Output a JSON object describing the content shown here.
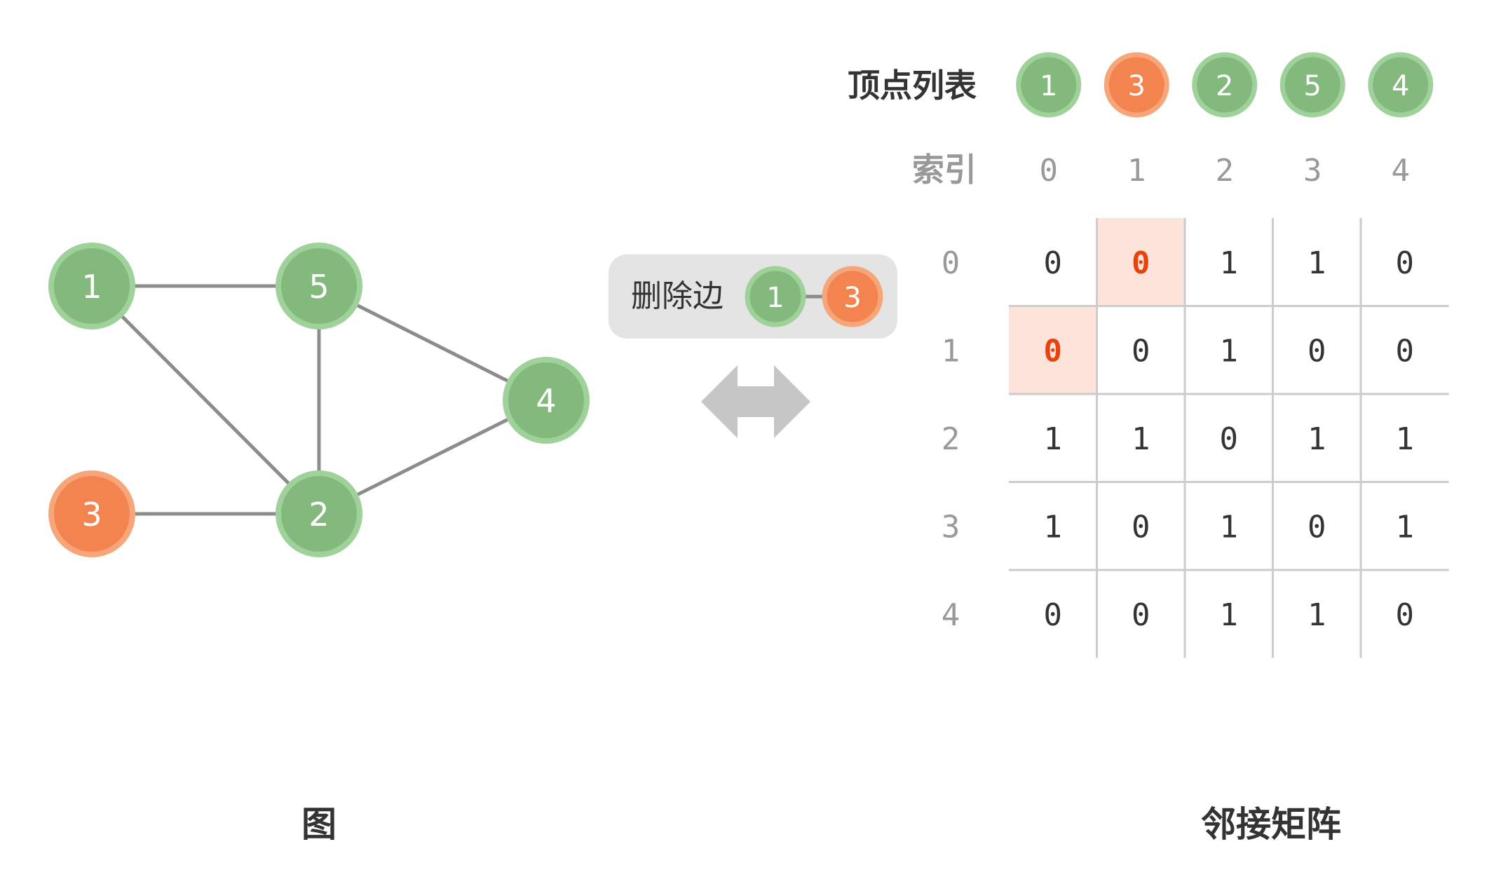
{
  "graph": {
    "caption": "图",
    "vertices": [
      {
        "id": "v1",
        "label": "1",
        "highlight": false
      },
      {
        "id": "v5",
        "label": "5",
        "highlight": false
      },
      {
        "id": "v4",
        "label": "4",
        "highlight": false
      },
      {
        "id": "v3",
        "label": "3",
        "highlight": true
      },
      {
        "id": "v2",
        "label": "2",
        "highlight": false
      }
    ],
    "edges": [
      [
        "v1",
        "v5"
      ],
      [
        "v1",
        "v2"
      ],
      [
        "v5",
        "v2"
      ],
      [
        "v5",
        "v4"
      ],
      [
        "v4",
        "v2"
      ],
      [
        "v3",
        "v2"
      ]
    ]
  },
  "operation": {
    "label": "删除边",
    "edge_from": "1",
    "edge_to": "3"
  },
  "matrix": {
    "caption": "邻接矩阵",
    "vertex_list_label": "顶点列表",
    "index_label": "索引",
    "vertex_list": [
      {
        "label": "1",
        "highlight": false
      },
      {
        "label": "3",
        "highlight": true
      },
      {
        "label": "2",
        "highlight": false
      },
      {
        "label": "5",
        "highlight": false
      },
      {
        "label": "4",
        "highlight": false
      }
    ],
    "col_indices": [
      "0",
      "1",
      "2",
      "3",
      "4"
    ],
    "row_indices": [
      "0",
      "1",
      "2",
      "3",
      "4"
    ],
    "cells": [
      [
        "0",
        "0",
        "1",
        "1",
        "0"
      ],
      [
        "0",
        "0",
        "1",
        "0",
        "0"
      ],
      [
        "1",
        "1",
        "0",
        "1",
        "1"
      ],
      [
        "1",
        "0",
        "1",
        "0",
        "1"
      ],
      [
        "0",
        "0",
        "1",
        "1",
        "0"
      ]
    ],
    "highlighted_cells": [
      [
        0,
        1
      ],
      [
        1,
        0
      ]
    ]
  },
  "colors": {
    "green_fill": "#84b97e",
    "green_ring": "#9fd19a",
    "orange_fill": "#f3844f",
    "orange_ring": "#f7a679",
    "edge": "#8c8c8c",
    "highlight_bg": "#fde4da",
    "highlight_text": "#e8430d",
    "grid": "#cccccc",
    "label_gray": "#999999",
    "text_dark": "#333333",
    "badge_bg": "#e4e4e4",
    "arrow": "#c6c6c6"
  }
}
